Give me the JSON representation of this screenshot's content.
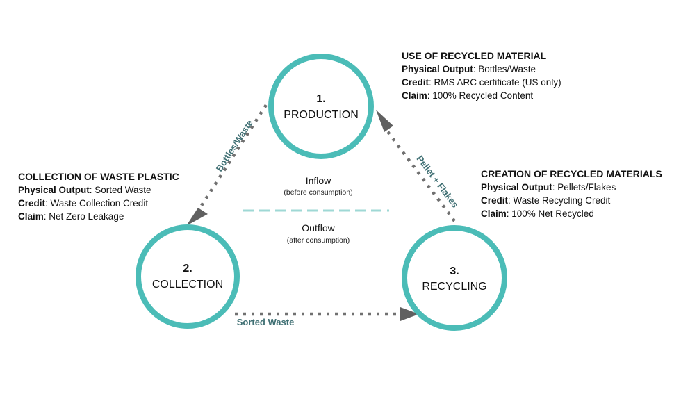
{
  "colors": {
    "ring": "#4bbcb7",
    "dots": "#707070",
    "arrowhead": "#606060",
    "edge_label": "#3f6f73",
    "divider": "#9fd8d5"
  },
  "nodes": {
    "production": {
      "number": "1.",
      "title": "PRODUCTION"
    },
    "collection": {
      "number": "2.",
      "title": "COLLECTION"
    },
    "recycling": {
      "number": "3.",
      "title": "RECYCLING"
    }
  },
  "edges": {
    "production_to_collection": "Bottles/Waste",
    "recycling_to_production": "Pellet + Flakes",
    "collection_to_recycling": "Sorted Waste"
  },
  "center": {
    "inflow": {
      "title": "Inflow",
      "subtitle": "(before consumption)"
    },
    "outflow": {
      "title": "Outflow",
      "subtitle": "(after consumption)"
    }
  },
  "info_use": {
    "heading": "USE OF RECYCLED MATERIAL",
    "rows": [
      {
        "key": "Physical Output",
        "value": ": Bottles/Waste"
      },
      {
        "key": "Credit",
        "value": ": RMS ARC certificate (US only)"
      },
      {
        "key": "Claim",
        "value": ": 100% Recycled Content"
      }
    ]
  },
  "info_collection": {
    "heading": "COLLECTION OF WASTE PLASTIC",
    "rows": [
      {
        "key": "Physical Output",
        "value": ": Sorted Waste"
      },
      {
        "key": "Credit",
        "value": ": Waste Collection Credit"
      },
      {
        "key": "Claim",
        "value": ": Net Zero Leakage"
      }
    ]
  },
  "info_creation": {
    "heading": "CREATION OF RECYCLED MATERIALS",
    "rows": [
      {
        "key": "Physical Output",
        "value": ": Pellets/Flakes"
      },
      {
        "key": "Credit",
        "value": ": Waste Recycling Credit"
      },
      {
        "key": "Claim",
        "value": ": 100% Net Recycled"
      }
    ]
  }
}
